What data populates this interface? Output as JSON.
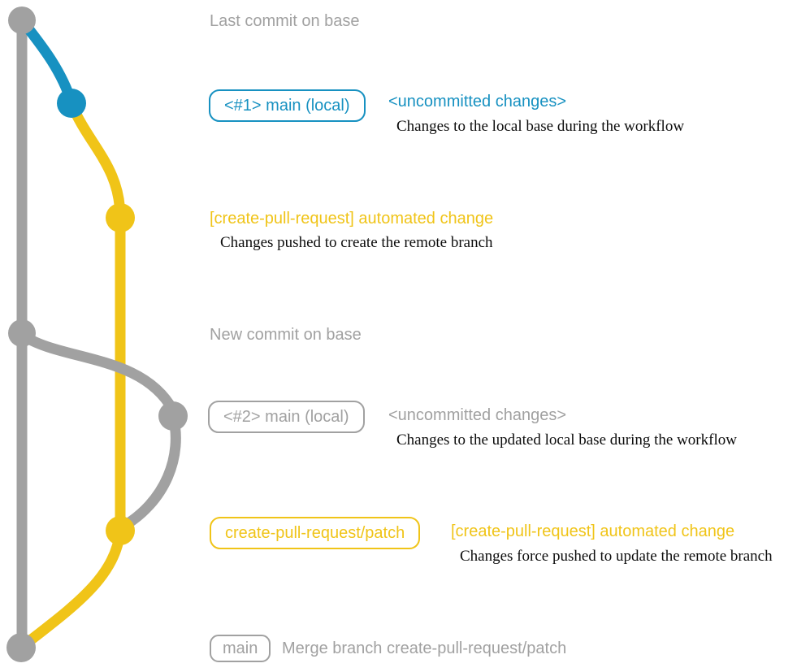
{
  "colors": {
    "gray": "#a1a1a1",
    "blue": "#1791c1",
    "yellow": "#f0c418",
    "ink": "#0d0d0d",
    "bg": "#ffffff"
  },
  "graph": {
    "headings": {
      "last_commit": "Last commit on base",
      "new_commit": "New commit on base"
    },
    "nodes": [
      {
        "name": "commit-base-top",
        "color": "gray"
      },
      {
        "name": "commit-main-local-1",
        "color": "blue"
      },
      {
        "name": "commit-automated-change-1",
        "color": "yellow"
      },
      {
        "name": "commit-base-new",
        "color": "gray"
      },
      {
        "name": "commit-main-local-2",
        "color": "gray"
      },
      {
        "name": "commit-automated-change-2",
        "color": "yellow"
      },
      {
        "name": "commit-merge",
        "color": "gray"
      }
    ],
    "row1": {
      "branch_label": "<#1> main (local)",
      "change": "<uncommitted changes>",
      "note": "Changes to the local base during the workflow"
    },
    "row2": {
      "change": "[create-pull-request] automated change",
      "note": "Changes pushed to create the remote branch"
    },
    "row3": {
      "branch_label": "<#2> main (local)",
      "change": "<uncommitted changes>",
      "note": "Changes to the updated local base during the workflow"
    },
    "row4": {
      "branch_label": "create-pull-request/patch",
      "change": "[create-pull-request] automated change",
      "note": "Changes force pushed to update the remote branch"
    },
    "row5": {
      "branch_label": "main",
      "message": "Merge branch create-pull-request/patch"
    }
  }
}
